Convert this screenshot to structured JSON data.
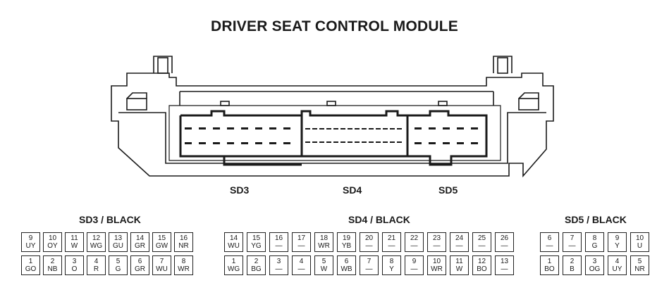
{
  "title": "DRIVER SEAT CONTROL MODULE",
  "connector_labels": [
    "SD3",
    "SD4",
    "SD5"
  ],
  "tables": [
    {
      "title": "SD3 / BLACK",
      "rows": [
        [
          {
            "pin": "9",
            "wire": "UY"
          },
          {
            "pin": "10",
            "wire": "OY"
          },
          {
            "pin": "11",
            "wire": "W"
          },
          {
            "pin": "12",
            "wire": "WG"
          },
          {
            "pin": "13",
            "wire": "GU"
          },
          {
            "pin": "14",
            "wire": "GR"
          },
          {
            "pin": "15",
            "wire": "GW"
          },
          {
            "pin": "16",
            "wire": "NR"
          }
        ],
        [
          {
            "pin": "1",
            "wire": "GO"
          },
          {
            "pin": "2",
            "wire": "NB"
          },
          {
            "pin": "3",
            "wire": "O"
          },
          {
            "pin": "4",
            "wire": "R"
          },
          {
            "pin": "5",
            "wire": "G"
          },
          {
            "pin": "6",
            "wire": "GR"
          },
          {
            "pin": "7",
            "wire": "WU"
          },
          {
            "pin": "8",
            "wire": "WR"
          }
        ]
      ]
    },
    {
      "title": "SD4 / BLACK",
      "rows": [
        [
          {
            "pin": "14",
            "wire": "WU"
          },
          {
            "pin": "15",
            "wire": "YG"
          },
          {
            "pin": "16",
            "wire": "—"
          },
          {
            "pin": "17",
            "wire": "—"
          },
          {
            "pin": "18",
            "wire": "WR"
          },
          {
            "pin": "19",
            "wire": "YB"
          },
          {
            "pin": "20",
            "wire": "—"
          },
          {
            "pin": "21",
            "wire": "—"
          },
          {
            "pin": "22",
            "wire": "—"
          },
          {
            "pin": "23",
            "wire": "—"
          },
          {
            "pin": "24",
            "wire": "—"
          },
          {
            "pin": "25",
            "wire": "—"
          },
          {
            "pin": "26",
            "wire": "—"
          }
        ],
        [
          {
            "pin": "1",
            "wire": "WG"
          },
          {
            "pin": "2",
            "wire": "BG"
          },
          {
            "pin": "3",
            "wire": "—"
          },
          {
            "pin": "4",
            "wire": "—"
          },
          {
            "pin": "5",
            "wire": "W"
          },
          {
            "pin": "6",
            "wire": "WB"
          },
          {
            "pin": "7",
            "wire": "—"
          },
          {
            "pin": "8",
            "wire": "Y"
          },
          {
            "pin": "9",
            "wire": "—"
          },
          {
            "pin": "10",
            "wire": "WR"
          },
          {
            "pin": "11",
            "wire": "W"
          },
          {
            "pin": "12",
            "wire": "BO"
          },
          {
            "pin": "13",
            "wire": "—"
          }
        ]
      ]
    },
    {
      "title": "SD5 / BLACK",
      "rows": [
        [
          {
            "pin": "6",
            "wire": "—"
          },
          {
            "pin": "7",
            "wire": "—"
          },
          {
            "pin": "8",
            "wire": "G"
          },
          {
            "pin": "9",
            "wire": "Y"
          },
          {
            "pin": "10",
            "wire": "U"
          }
        ],
        [
          {
            "pin": "1",
            "wire": "BO"
          },
          {
            "pin": "2",
            "wire": "B"
          },
          {
            "pin": "3",
            "wire": "OG"
          },
          {
            "pin": "4",
            "wire": "UY"
          },
          {
            "pin": "5",
            "wire": "NR"
          }
        ]
      ]
    }
  ]
}
